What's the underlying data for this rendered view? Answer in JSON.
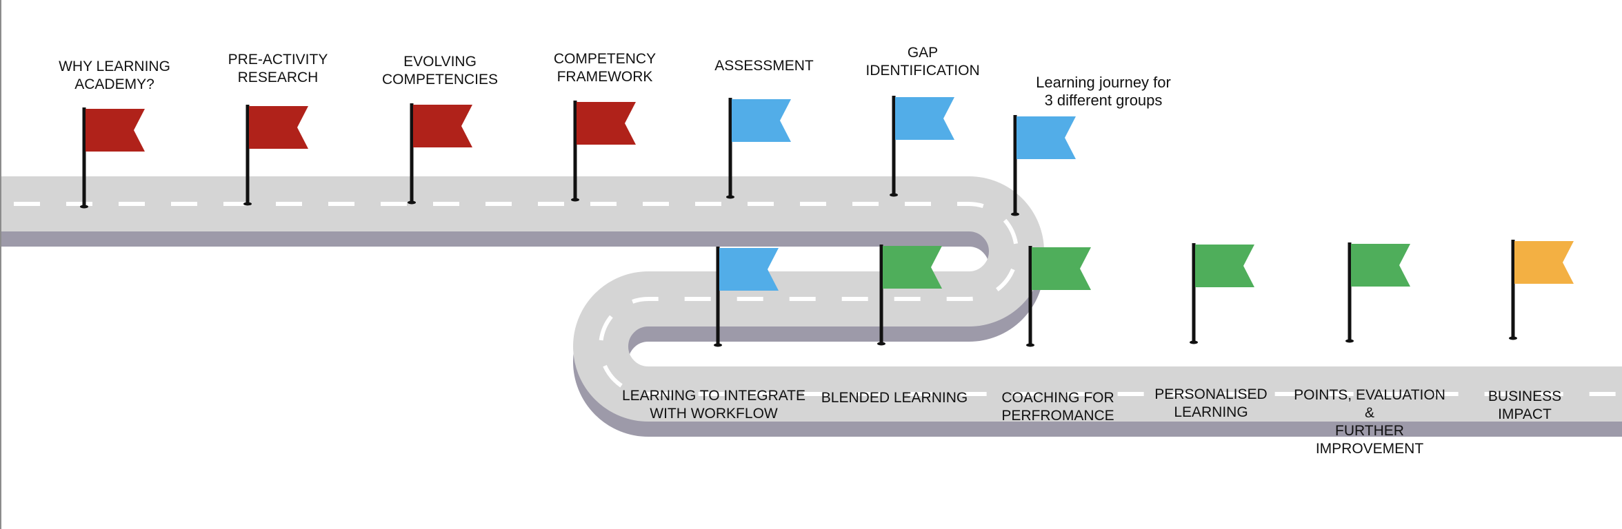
{
  "colors": {
    "road": "#d5d5d5",
    "road_shadow": "#9d9aa9",
    "dash": "#ffffff",
    "pole": "#111111",
    "red": "#b0221a",
    "blue": "#52ade8",
    "green": "#4fae5b",
    "orange": "#f3b043"
  },
  "milestones": [
    {
      "label": "WHY LEARNING\nACADEMY?",
      "color": "red"
    },
    {
      "label": "PRE-ACTIVITY\nRESEARCH",
      "color": "red"
    },
    {
      "label": "EVOLVING\nCOMPETENCIES",
      "color": "red"
    },
    {
      "label": "COMPETENCY\nFRAMEWORK",
      "color": "red"
    },
    {
      "label": "ASSESSMENT",
      "color": "blue"
    },
    {
      "label": "GAP\nIDENTIFICATION",
      "color": "blue"
    },
    {
      "label": "LEARNING TO INTEGRATE\nWITH WORKFLOW",
      "color": "blue"
    },
    {
      "label": "BLENDED LEARNING",
      "color": "green"
    },
    {
      "label": "COACHING FOR\nPERFROMANCE",
      "color": "green"
    },
    {
      "label": "PERSONALISED\nLEARNING",
      "color": "green"
    },
    {
      "label": "POINTS, EVALUATION\n&\nFURTHER\nIMPROVEMENT",
      "color": "green"
    },
    {
      "label": "BUSINESS\nIMPACT",
      "color": "orange"
    }
  ],
  "journey_flag": {
    "label": "Learning journey for\n3 different groups",
    "color": "blue"
  }
}
